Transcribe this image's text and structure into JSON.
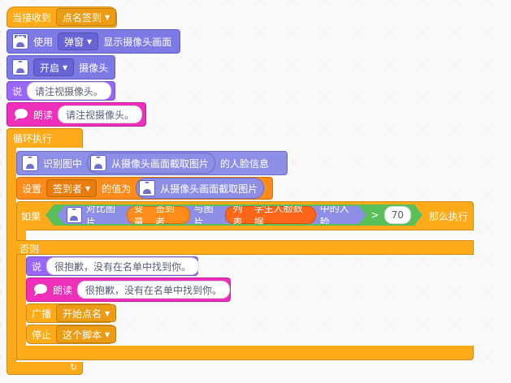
{
  "blocks": {
    "hat": {
      "label": "当接收到",
      "message": "点名签到"
    },
    "b1": {
      "label1": "使用",
      "mode": "弹窗",
      "label2": "显示摄像头画面"
    },
    "b2": {
      "state": "开启",
      "label": "摄像头"
    },
    "b3": {
      "label": "说",
      "text": "请注视摄像头。"
    },
    "b4": {
      "label": "朗读",
      "text": "请注视摄像头。"
    },
    "loop": {
      "label": "循环执行"
    },
    "b5": {
      "label1": "识别图中",
      "inner": "从摄像头画面截取图片",
      "label2": "的人脸信息"
    },
    "b6": {
      "label1": "设置",
      "variable": "签到者",
      "label2": "的值为",
      "inner": "从摄像头画面截取图片"
    },
    "ifblock": {
      "if_label": "如果",
      "compare_label": "对比图片",
      "var_label": "变量",
      "var_name": "签到者",
      "with_label": "与图片",
      "list_label": "列表",
      "list_name": "学生人脸数据",
      "person_label": "中的人脸",
      "op": ">",
      "threshold": "70",
      "then_label": "那么执行",
      "else_label": "否则"
    },
    "b7": {
      "label": "说",
      "text": "很抱歉，没有在名单中找到你。"
    },
    "b8": {
      "label": "朗读",
      "text": "很抱歉，没有在名单中找到你。"
    },
    "b9": {
      "label": "广播",
      "message": "开始点名"
    },
    "b10": {
      "label": "停止",
      "option": "这个脚本"
    },
    "loop_arrow": "↻"
  },
  "colors": {
    "events": "#ffab19",
    "video": "#7d7ae6",
    "looks": "#9966ff",
    "tts": "#ee2fb9",
    "variables": "#ff8c1a",
    "operators": "#59c059",
    "canvas": "#f9f9f9"
  },
  "icons": {
    "person": "person-silhouette-icon",
    "speech": "speech-bubble-icon",
    "dropdown": "caret-down-icon",
    "loop": "loop-arrow-icon"
  }
}
